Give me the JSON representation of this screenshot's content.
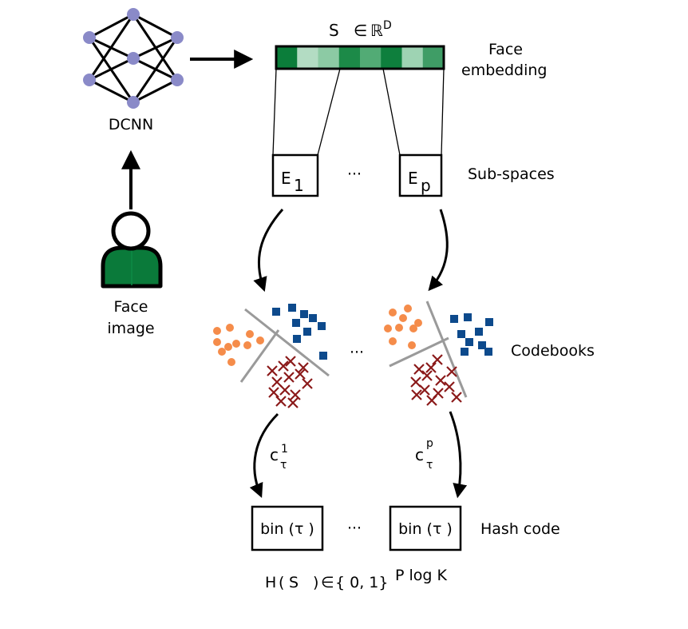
{
  "labels": {
    "dcnn": "DCNN",
    "face_image_line1": "Face",
    "face_image_line2": "image",
    "face_embedding_line1": "Face",
    "face_embedding_line2": "embedding",
    "sub_spaces": "Sub-spaces",
    "codebooks": "Codebooks",
    "hash_code": "Hash code"
  },
  "embedding_formula": {
    "s": "S",
    "in": "∈",
    "real": "ℝ",
    "dim": "D"
  },
  "subspaces": {
    "first": {
      "letter": "E",
      "index": "1"
    },
    "last": {
      "letter": "E",
      "index": "p"
    },
    "ellipsis": "···"
  },
  "codebook_ellipsis": "···",
  "codewords": {
    "first": {
      "letter": "c",
      "sup": "1",
      "sub": "τ"
    },
    "last": {
      "letter": "c",
      "sup": "p",
      "sub": "τ"
    }
  },
  "hash_boxes": {
    "first": "bin (τ )",
    "last": "bin (τ )",
    "ellipsis": "···"
  },
  "hash_formula": {
    "h": "H",
    "open": "(",
    "s": "S",
    "close": ")",
    "in": "∈",
    "set": "{ 0, 1}",
    "exp": "P log K"
  },
  "colors": {
    "node": "#8a8ac8",
    "person_shirt": "#0a7a3a",
    "embedding_cells": [
      "#0b7d3a",
      "#b3dcc3",
      "#8ccaa4",
      "#1c8a48",
      "#52ab75",
      "#0e7f3d",
      "#9ed3b3",
      "#3f9d66"
    ],
    "cluster_orange": "#f58c4a",
    "cluster_blue": "#0d4a8c",
    "cluster_red": "#8b1a1a",
    "divider": "#9a9a9a"
  }
}
